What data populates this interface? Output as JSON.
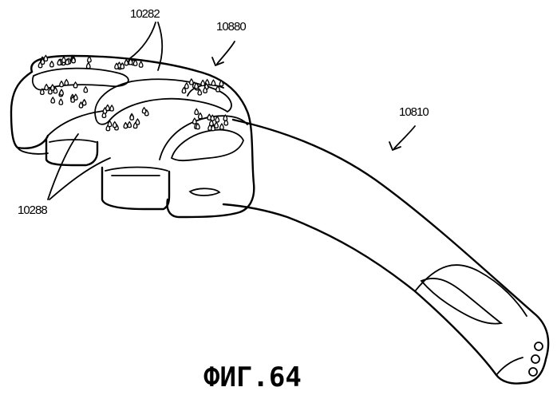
{
  "figure": {
    "caption": "ФИГ.64",
    "labels": {
      "ref_10282": "10282",
      "ref_10880": "10880",
      "ref_10810": "10810",
      "ref_10288": "10288"
    }
  }
}
